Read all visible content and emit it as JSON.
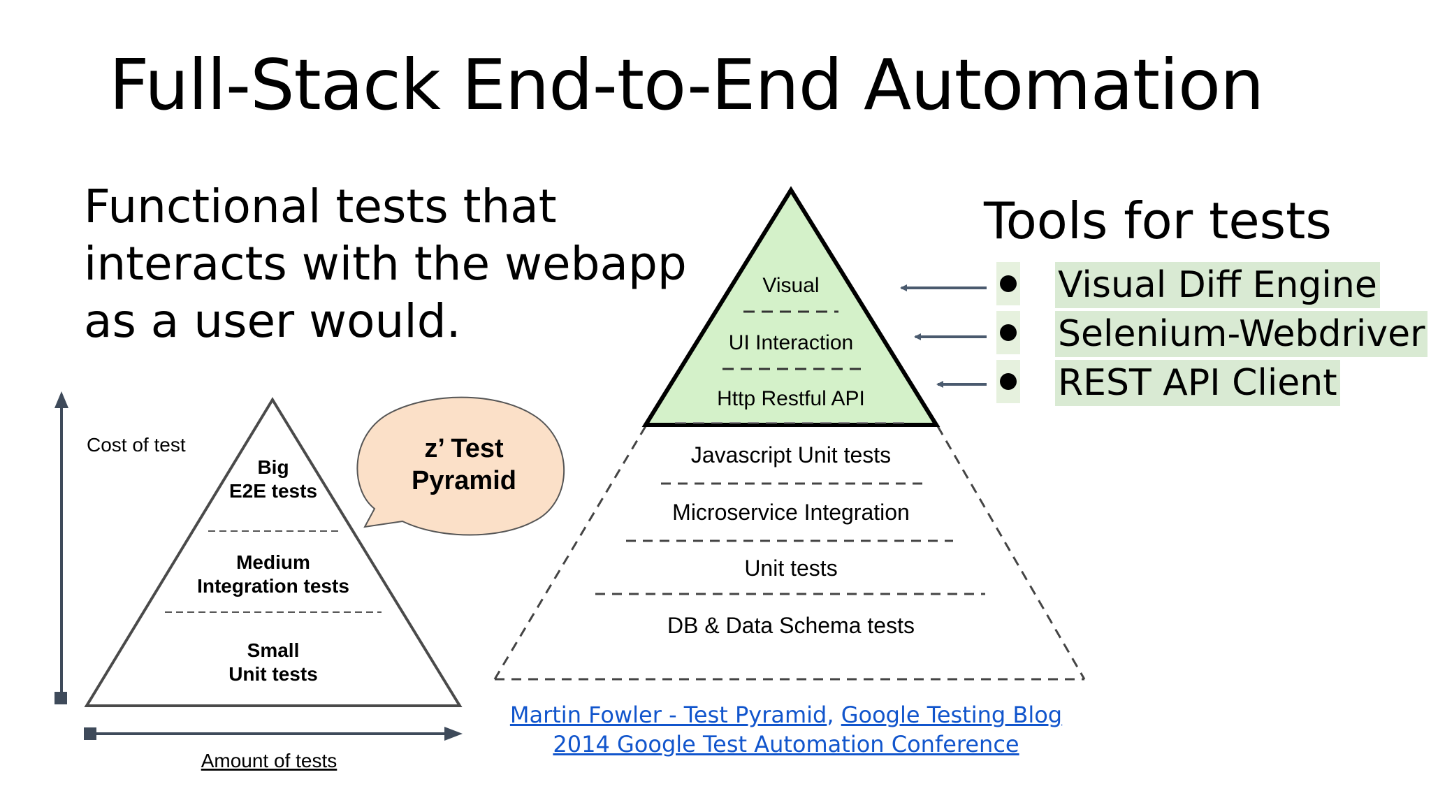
{
  "slide": {
    "title": "Full-Stack End-to-End Automation",
    "description_lines": [
      "Functional tests that",
      "interacts with the webapp",
      "as a user would."
    ]
  },
  "classic_pyramid": {
    "y_axis_label": "Cost of test",
    "x_axis_label": "Amount of tests",
    "layers": [
      {
        "line1": "Big",
        "line2": "E2E tests"
      },
      {
        "line1": "Medium",
        "line2": "Integration tests"
      },
      {
        "line1": "Small",
        "line2": "Unit tests"
      }
    ],
    "speech_bubble": {
      "line1": "z’ Test",
      "line2": "Pyramid"
    }
  },
  "full_stack_pyramid": {
    "top_layers": [
      "Visual",
      "UI Interaction",
      "Http Restful API"
    ],
    "bottom_layers": [
      "Javascript Unit tests",
      "Microservice Integration",
      "Unit tests",
      "DB  & Data Schema tests"
    ],
    "top_fill_color": "#d4f1c9"
  },
  "tools": {
    "heading": "Tools for tests",
    "items": [
      "Visual Diff Engine",
      "Selenium-Webdriver",
      "REST API Client"
    ],
    "highlight_color": "#d9ead3"
  },
  "references": {
    "link1": "Martin Fowler - Test Pyramid",
    "separator": ",",
    "link2": "Google Testing Blog",
    "link3": "2014 Google Test Automation Conference"
  }
}
